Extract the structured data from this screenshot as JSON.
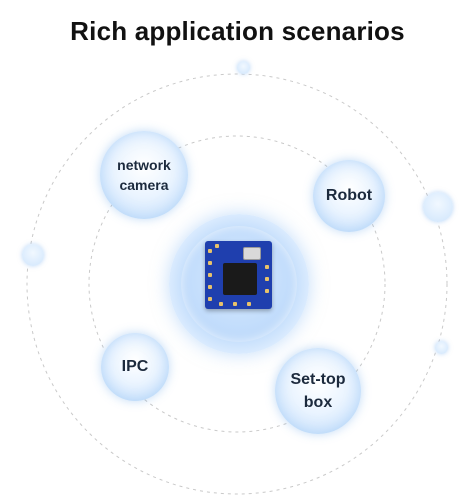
{
  "title": "Rich application scenarios",
  "center": {
    "icon": "wifi-module-chip-icon"
  },
  "scenarios": [
    {
      "id": "network",
      "label": "network\ncamera"
    },
    {
      "id": "robot",
      "label": "Robot"
    },
    {
      "id": "ipc",
      "label": "IPC"
    },
    {
      "id": "settop",
      "label": "Set-top\nbox"
    }
  ],
  "colors": {
    "title": "#111111",
    "node_fill": "#eaf4ff",
    "node_edge": "#bfdcfb",
    "orbit_line": "#c9c9c9",
    "chip_board": "#1f3fae"
  }
}
